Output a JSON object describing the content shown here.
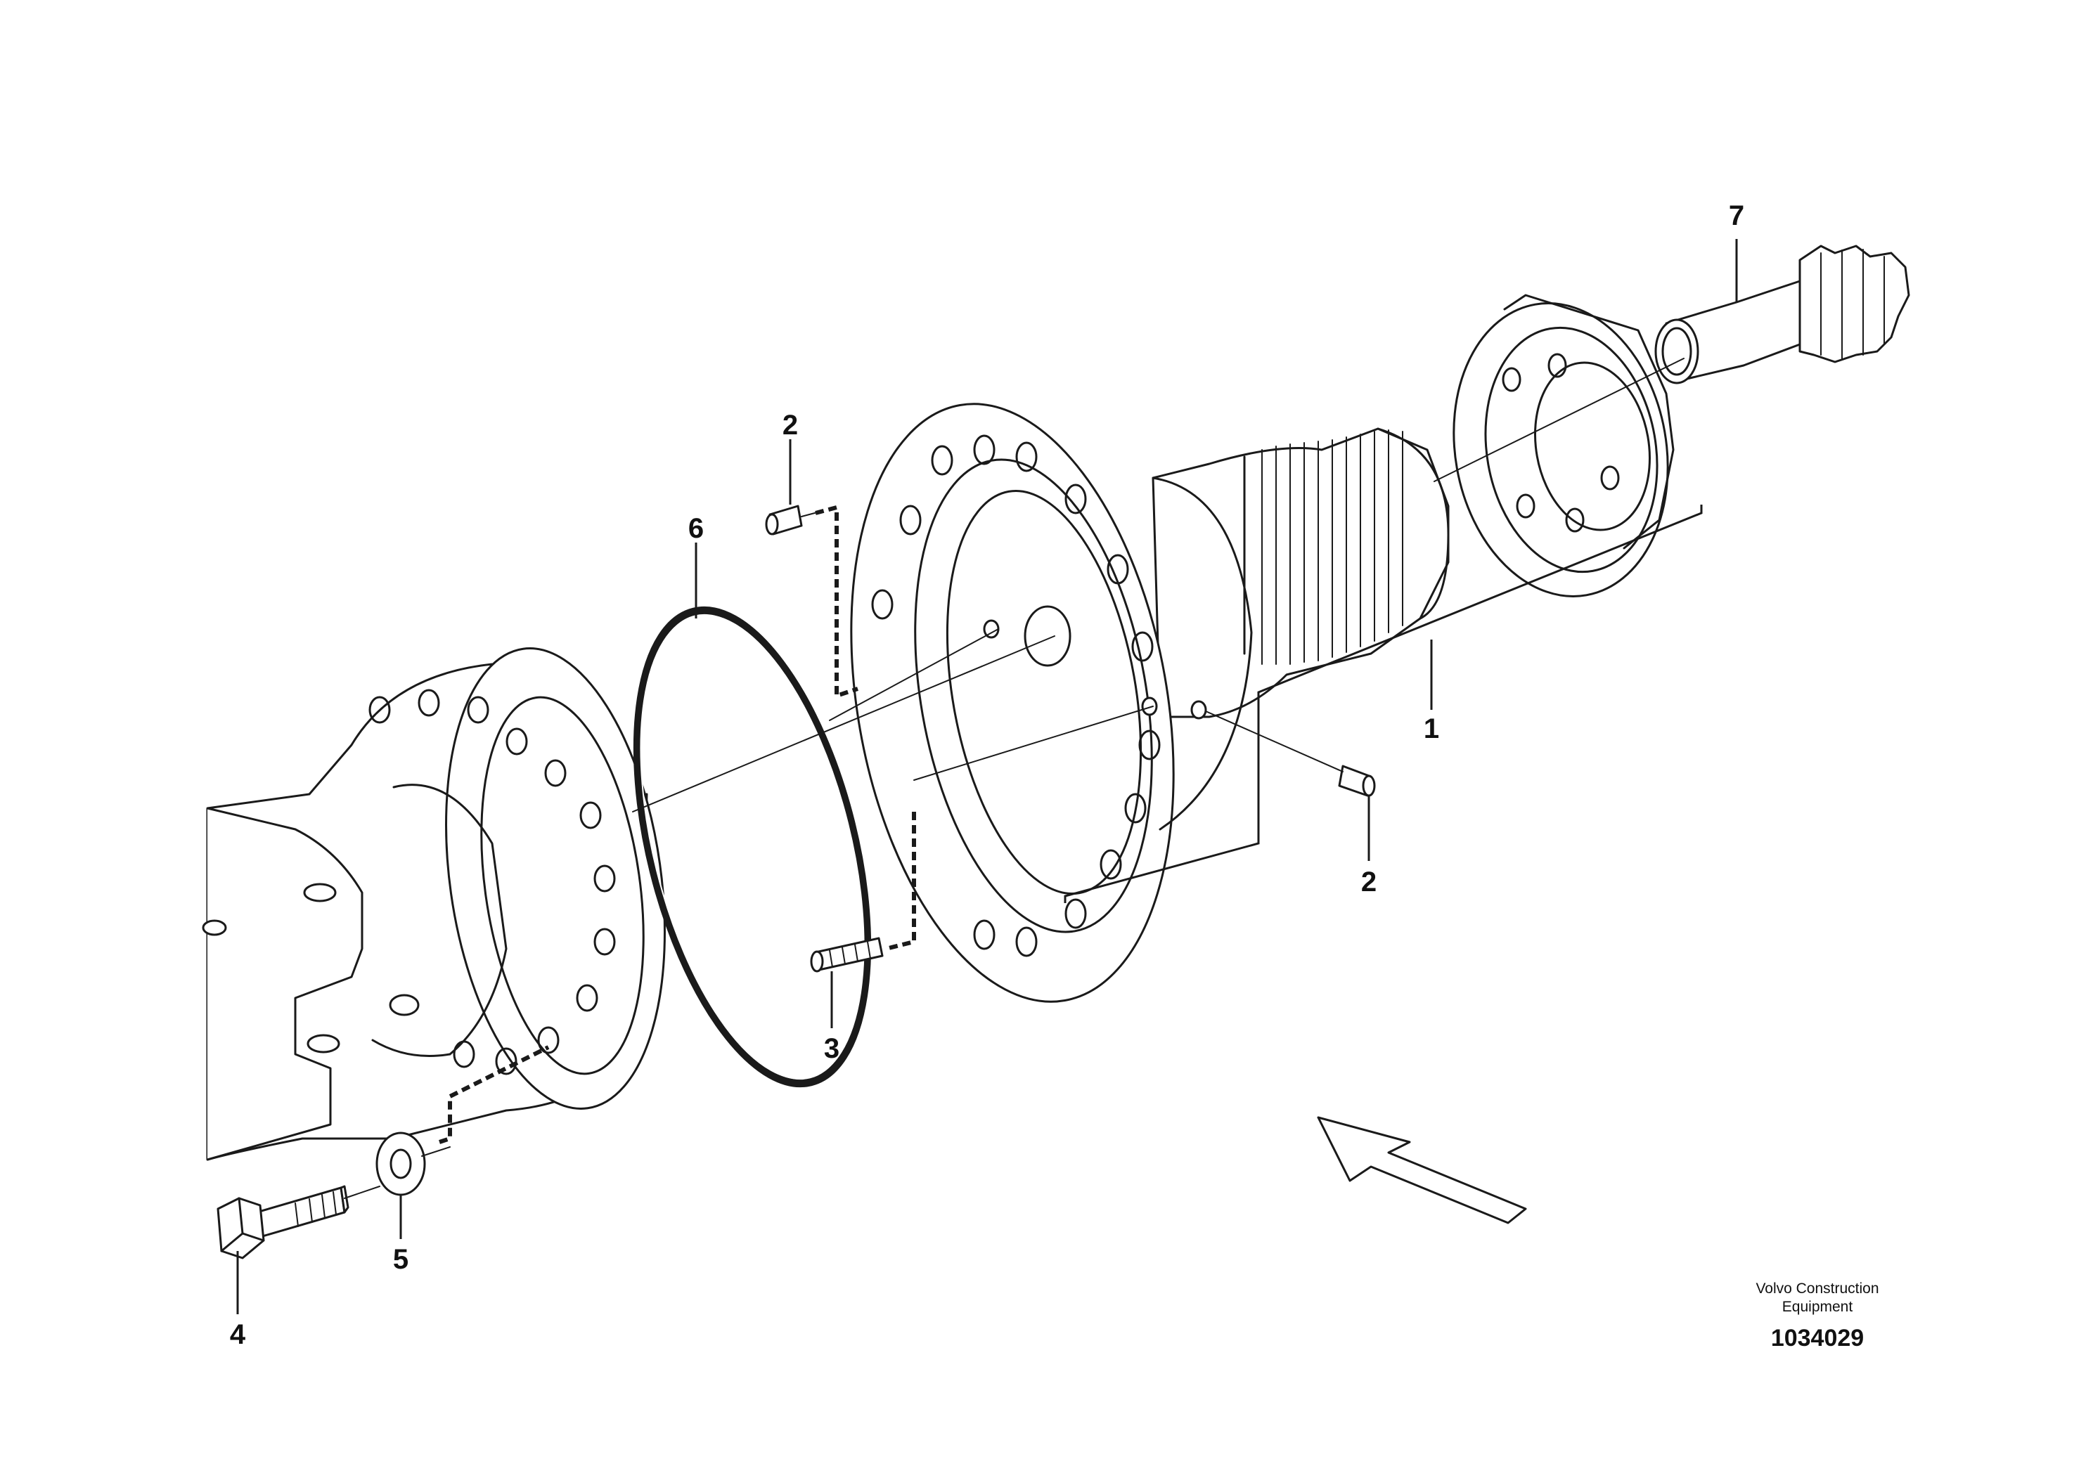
{
  "callouts": [
    {
      "id": "c1",
      "label": "1",
      "part": "wheel-hub"
    },
    {
      "id": "c2a",
      "label": "2",
      "part": "dowel-pin-upper"
    },
    {
      "id": "c2b",
      "label": "2",
      "part": "dowel-pin-lower"
    },
    {
      "id": "c3",
      "label": "3",
      "part": "grease-nipple"
    },
    {
      "id": "c4",
      "label": "4",
      "part": "hex-bolt"
    },
    {
      "id": "c5",
      "label": "5",
      "part": "washer"
    },
    {
      "id": "c6",
      "label": "6",
      "part": "o-ring"
    },
    {
      "id": "c7",
      "label": "7",
      "part": "sun-gear-shaft"
    }
  ],
  "branding": {
    "line1": "Volvo Construction",
    "line2": "Equipment",
    "drawing_number": "1034029"
  },
  "colors": {
    "ink": "#1a1a1a",
    "background": "#ffffff"
  }
}
